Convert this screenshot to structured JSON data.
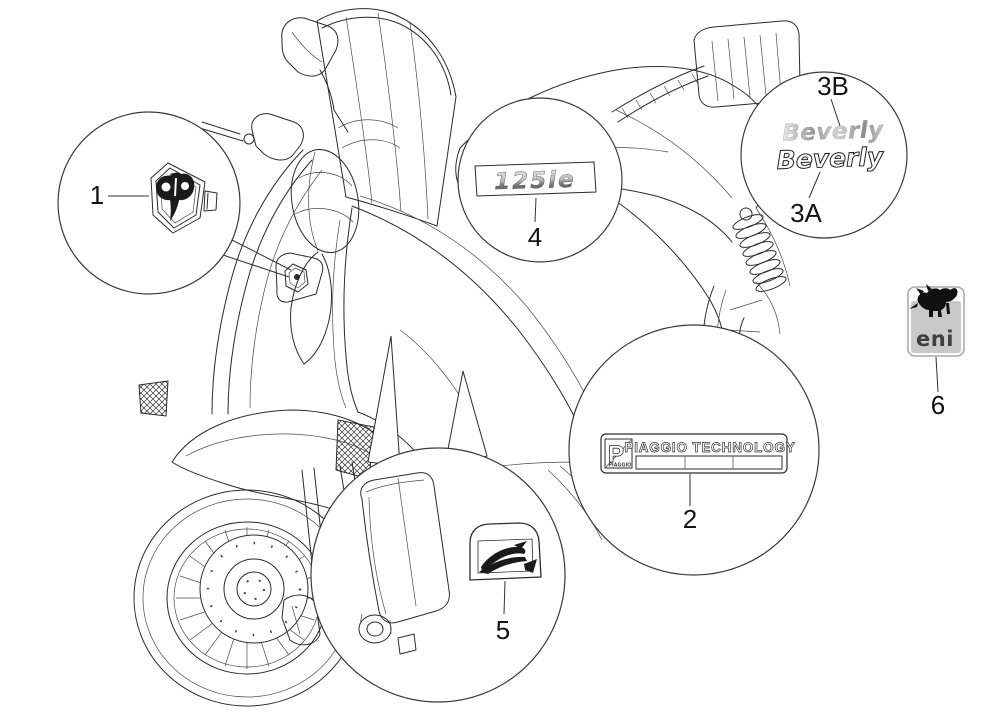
{
  "colors": {
    "background": "#ffffff",
    "line": "#2b2b2b",
    "eni_badge_gray": "#c9c9c9",
    "glyph_black": "#151515"
  },
  "callouts": {
    "piaggio_emblem": {
      "number": "1"
    },
    "technology_label": {
      "number": "2"
    },
    "beverly_outline": {
      "number": "3A"
    },
    "beverly_gradient": {
      "number": "3B"
    },
    "model_badge": {
      "number": "4"
    },
    "side_cover_badge": {
      "number": "5"
    },
    "eni_sticker": {
      "number": "6"
    }
  },
  "badges": {
    "model_badge": {
      "text": "125ie"
    },
    "beverly_gradient": {
      "text": "Beverly"
    },
    "beverly_outline": {
      "text": "Beverly"
    },
    "technology_label": {
      "title": "PIAGGIO TECHNOLOGY",
      "logo_letter": "P",
      "logo_caption": "PIAGGIO"
    },
    "eni_sticker": {
      "text": "eni"
    }
  }
}
